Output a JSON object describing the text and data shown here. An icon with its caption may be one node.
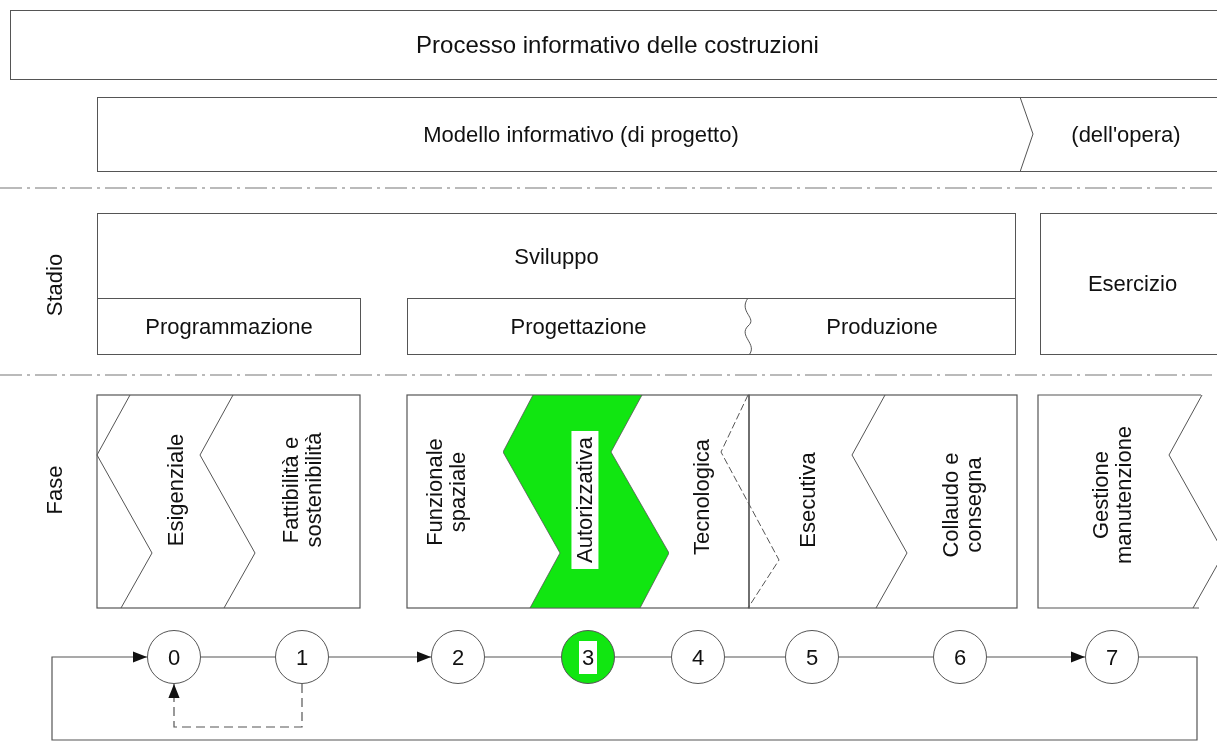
{
  "diagram": {
    "nodes": [
      {
        "text": [
          "Processo informativo delle costruzioni"
        ]
      },
      {
        "text": [
          "Modello informativo (di progetto)",
          "(dell'opera)"
        ]
      },
      {
        "text": [
          "Sviluppo"
        ]
      },
      {
        "text": [
          "Programmazione"
        ]
      },
      {
        "text": [
          "Progettazione"
        ]
      },
      {
        "text": [
          "Produzione"
        ]
      },
      {
        "text": [
          "Esercizio"
        ]
      },
      {
        "text": [
          "Esigenziale"
        ]
      },
      {
        "text": [
          "Fattibilità e sostenibilità"
        ]
      },
      {
        "text": [
          "Funzionale spaziale"
        ]
      },
      {
        "text": [
          "Autorizzativa"
        ]
      },
      {
        "text": [
          "Tecnologica"
        ]
      },
      {
        "text": [
          "Esecutiva"
        ]
      },
      {
        "text": [
          "Collaudo e consegna"
        ]
      },
      {
        "text": [
          "Gestione manutenzione"
        ]
      },
      {
        "text": [
          "0"
        ]
      },
      {
        "text": [
          "1"
        ]
      },
      {
        "text": [
          "2"
        ]
      },
      {
        "text": [
          "3"
        ]
      },
      {
        "text": [
          "4"
        ]
      },
      {
        "text": [
          "5"
        ]
      },
      {
        "text": [
          "6"
        ]
      },
      {
        "text": [
          "7"
        ]
      }
    ],
    "edges": [
      {
        "from": 15,
        "to": 16,
        "arrow": "none"
      },
      {
        "from": 16,
        "to": 17,
        "arrow": "to"
      },
      {
        "from": 17,
        "to": 18,
        "arrow": "none"
      },
      {
        "from": 18,
        "to": 19,
        "arrow": "none"
      },
      {
        "from": 19,
        "to": 20,
        "arrow": "none"
      },
      {
        "from": 20,
        "to": 21,
        "arrow": "none"
      },
      {
        "from": 21,
        "to": 22,
        "arrow": "to"
      },
      {
        "from": 16,
        "to": 15,
        "arrow": "to",
        "style": "dashed"
      },
      {
        "from": 22,
        "to": 15,
        "arrow": "to"
      }
    ],
    "labels": [
      "Stadio",
      "Fase"
    ]
  }
}
